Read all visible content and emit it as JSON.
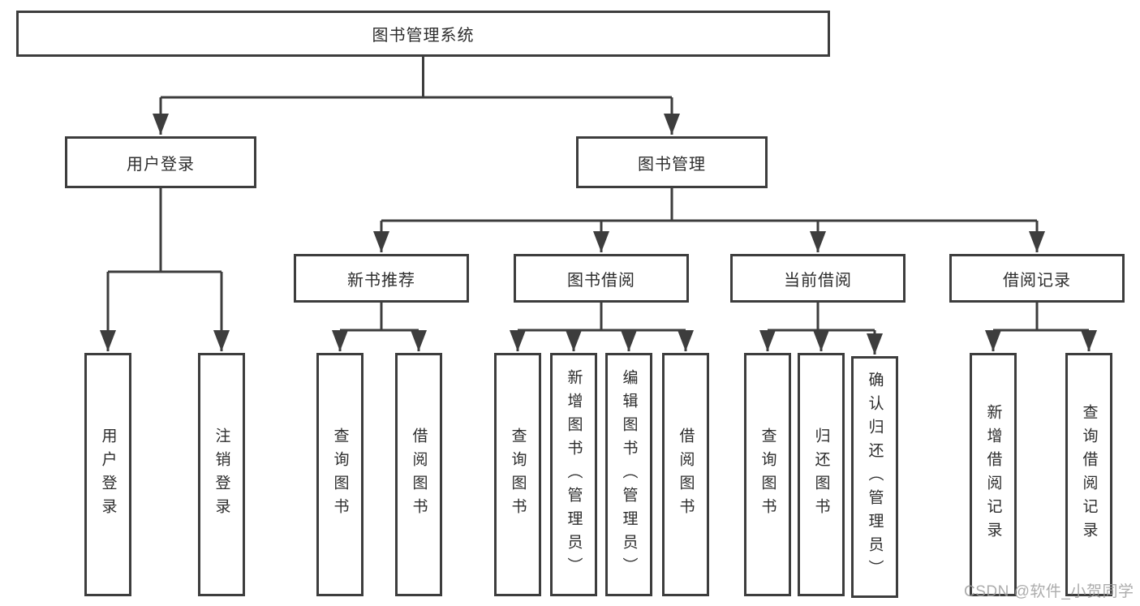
{
  "diagram": {
    "title": "图书管理系统",
    "type": "hierarchy-tree",
    "colors": {
      "line": "#3d3d3d",
      "box_border": "#3d3d3d",
      "text": "#2d2d2d",
      "background": "#ffffff",
      "watermark": "#9e9e9e"
    },
    "watermark": "CSDN @软件_小贺同学",
    "nodes": {
      "root": {
        "label": "图书管理系统"
      },
      "user_login": {
        "label": "用户登录"
      },
      "book_mgmt": {
        "label": "图书管理"
      },
      "new_book_rec": {
        "label": "新书推荐"
      },
      "book_borrow": {
        "label": "图书借阅"
      },
      "current_borrow": {
        "label": "当前借阅"
      },
      "borrow_records": {
        "label": "借阅记录"
      },
      "ul_login": {
        "label": "用户登录"
      },
      "ul_logout": {
        "label": "注销登录"
      },
      "nb_query": {
        "label": "查询图书"
      },
      "nb_borrow": {
        "label": "借阅图书"
      },
      "bb_query": {
        "label": "查询图书"
      },
      "bb_add": {
        "label": "新增图书（管理员）"
      },
      "bb_edit": {
        "label": "编辑图书（管理员）"
      },
      "bb_borrow": {
        "label": "借阅图书"
      },
      "cb_query": {
        "label": "查询图书"
      },
      "cb_return": {
        "label": "归还图书"
      },
      "cb_confirm": {
        "label": "确认归还（管理员）"
      },
      "br_add": {
        "label": "新增借阅记录"
      },
      "br_query": {
        "label": "查询借阅记录"
      }
    },
    "edges": [
      {
        "from": "root",
        "to": "user_login"
      },
      {
        "from": "root",
        "to": "book_mgmt"
      },
      {
        "from": "user_login",
        "to": "ul_login"
      },
      {
        "from": "user_login",
        "to": "ul_logout"
      },
      {
        "from": "book_mgmt",
        "to": "new_book_rec"
      },
      {
        "from": "book_mgmt",
        "to": "book_borrow"
      },
      {
        "from": "book_mgmt",
        "to": "current_borrow"
      },
      {
        "from": "book_mgmt",
        "to": "borrow_records"
      },
      {
        "from": "new_book_rec",
        "to": "nb_query"
      },
      {
        "from": "new_book_rec",
        "to": "nb_borrow"
      },
      {
        "from": "book_borrow",
        "to": "bb_query"
      },
      {
        "from": "book_borrow",
        "to": "bb_add"
      },
      {
        "from": "book_borrow",
        "to": "bb_edit"
      },
      {
        "from": "book_borrow",
        "to": "bb_borrow"
      },
      {
        "from": "current_borrow",
        "to": "cb_query"
      },
      {
        "from": "current_borrow",
        "to": "cb_return"
      },
      {
        "from": "current_borrow",
        "to": "cb_confirm"
      },
      {
        "from": "borrow_records",
        "to": "br_add"
      },
      {
        "from": "borrow_records",
        "to": "br_query"
      }
    ]
  }
}
